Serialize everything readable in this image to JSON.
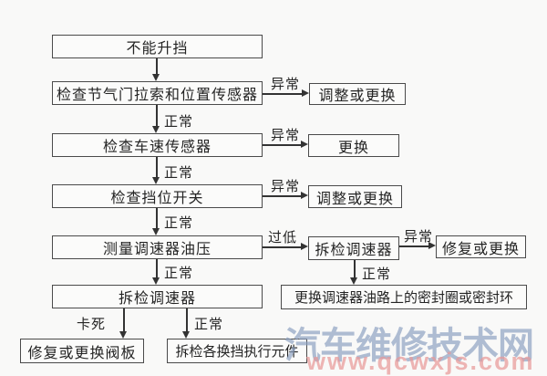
{
  "diagram": {
    "type": "flowchart",
    "language": "zh-CN",
    "topic": "automatic transmission cannot upshift troubleshooting",
    "nodes": {
      "start": "不能升挡",
      "check_throttle_cable_and_position_sensor": "检查节气门拉索和位置传感器",
      "check_vehicle_speed_sensor": "检查车速传感器",
      "check_gear_position_switch": "检查挡位开关",
      "measure_governor_oil_pressure": "测量调速器油压",
      "disassemble_inspect_governor": "拆检调速器",
      "adjust_or_replace_1": "调整或更换",
      "replace": "更换",
      "adjust_or_replace_2": "调整或更换",
      "disassemble_inspect_governor_2": "拆检调速器",
      "repair_or_replace": "修复或更换",
      "replace_governor_oil_circuit_seals": "更换调速器油路上的密封圈或密封环",
      "repair_or_replace_valve_plate": "修复或更换阀板",
      "disassemble_inspect_shift_actuators": "拆检各换挡执行元件"
    },
    "edge_labels": {
      "normal": "正常",
      "abnormal": "异常",
      "too_low": "过低",
      "stuck": "卡死"
    },
    "colors": {
      "box_border": "#4a4a4a",
      "text": "#242424",
      "background": "#f9f9f8"
    }
  },
  "watermark": {
    "site_name": "汽车维修技术网",
    "site_url": "www.qcwxjs.com",
    "site_name_color": "#8b9fbf",
    "site_url_color": "#e79898"
  }
}
